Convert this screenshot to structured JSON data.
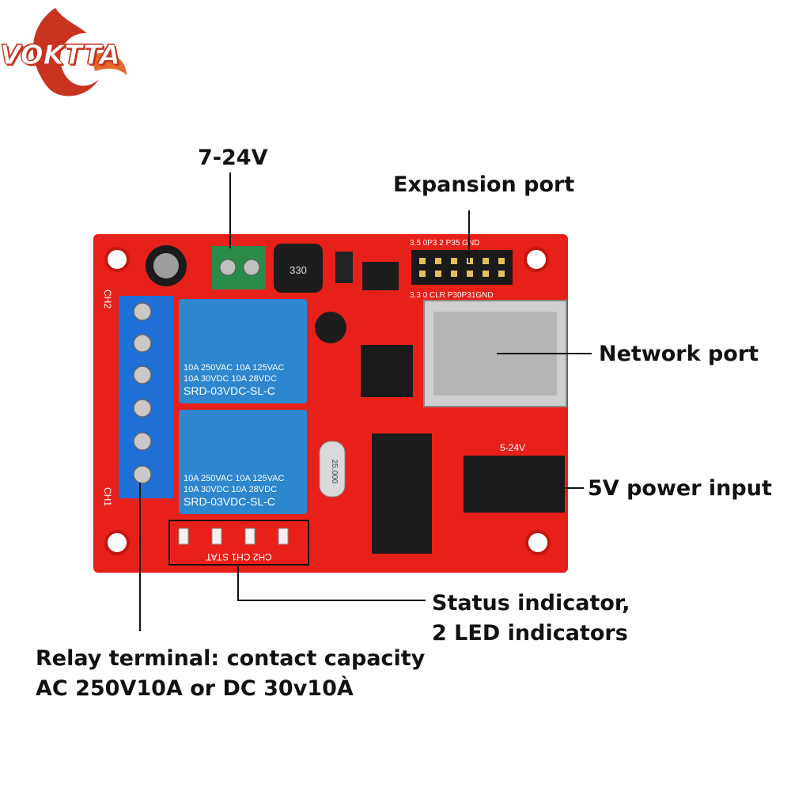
{
  "logo": {
    "brand": "VOKTTA"
  },
  "board": {
    "relay1_label": "10A 250VAC 10A 125VAC",
    "relay1_label2": "10A 30VDC 10A 28VDC",
    "relay1_model": "SRD-03VDC-SL-C",
    "relay2_label": "10A 250VAC 10A 125VAC",
    "relay2_label2": "10A 30VDC 10A 28VDC",
    "relay2_model": "SRD-03VDC-SL-C",
    "inductor_code": "330",
    "crystal_code": "25.000",
    "ch2_top": "CH2",
    "ch1_side": "CH1",
    "led_labels": "CH2 CH1 STAT",
    "dc_jack_label": "5-24V",
    "header_top": "3.5 0P3 2 P35 GND",
    "header_bottom": "3.3 0 CLR P30P31GND"
  },
  "callouts": {
    "voltage": "7-24V",
    "expansion": "Expansion port",
    "network": "Network port",
    "power": "5V power input",
    "status_line1": "Status indicator,",
    "status_line2": "2 LED indicators",
    "relay_line1": "Relay terminal: contact capacity",
    "relay_line2": "AC 250V10A or DC 30v10À"
  },
  "colors": {
    "pcb": "#e8201a",
    "relay": "#2e86cf",
    "terminal_block": "#1f6fd6",
    "green_block": "#2a8a4a"
  }
}
